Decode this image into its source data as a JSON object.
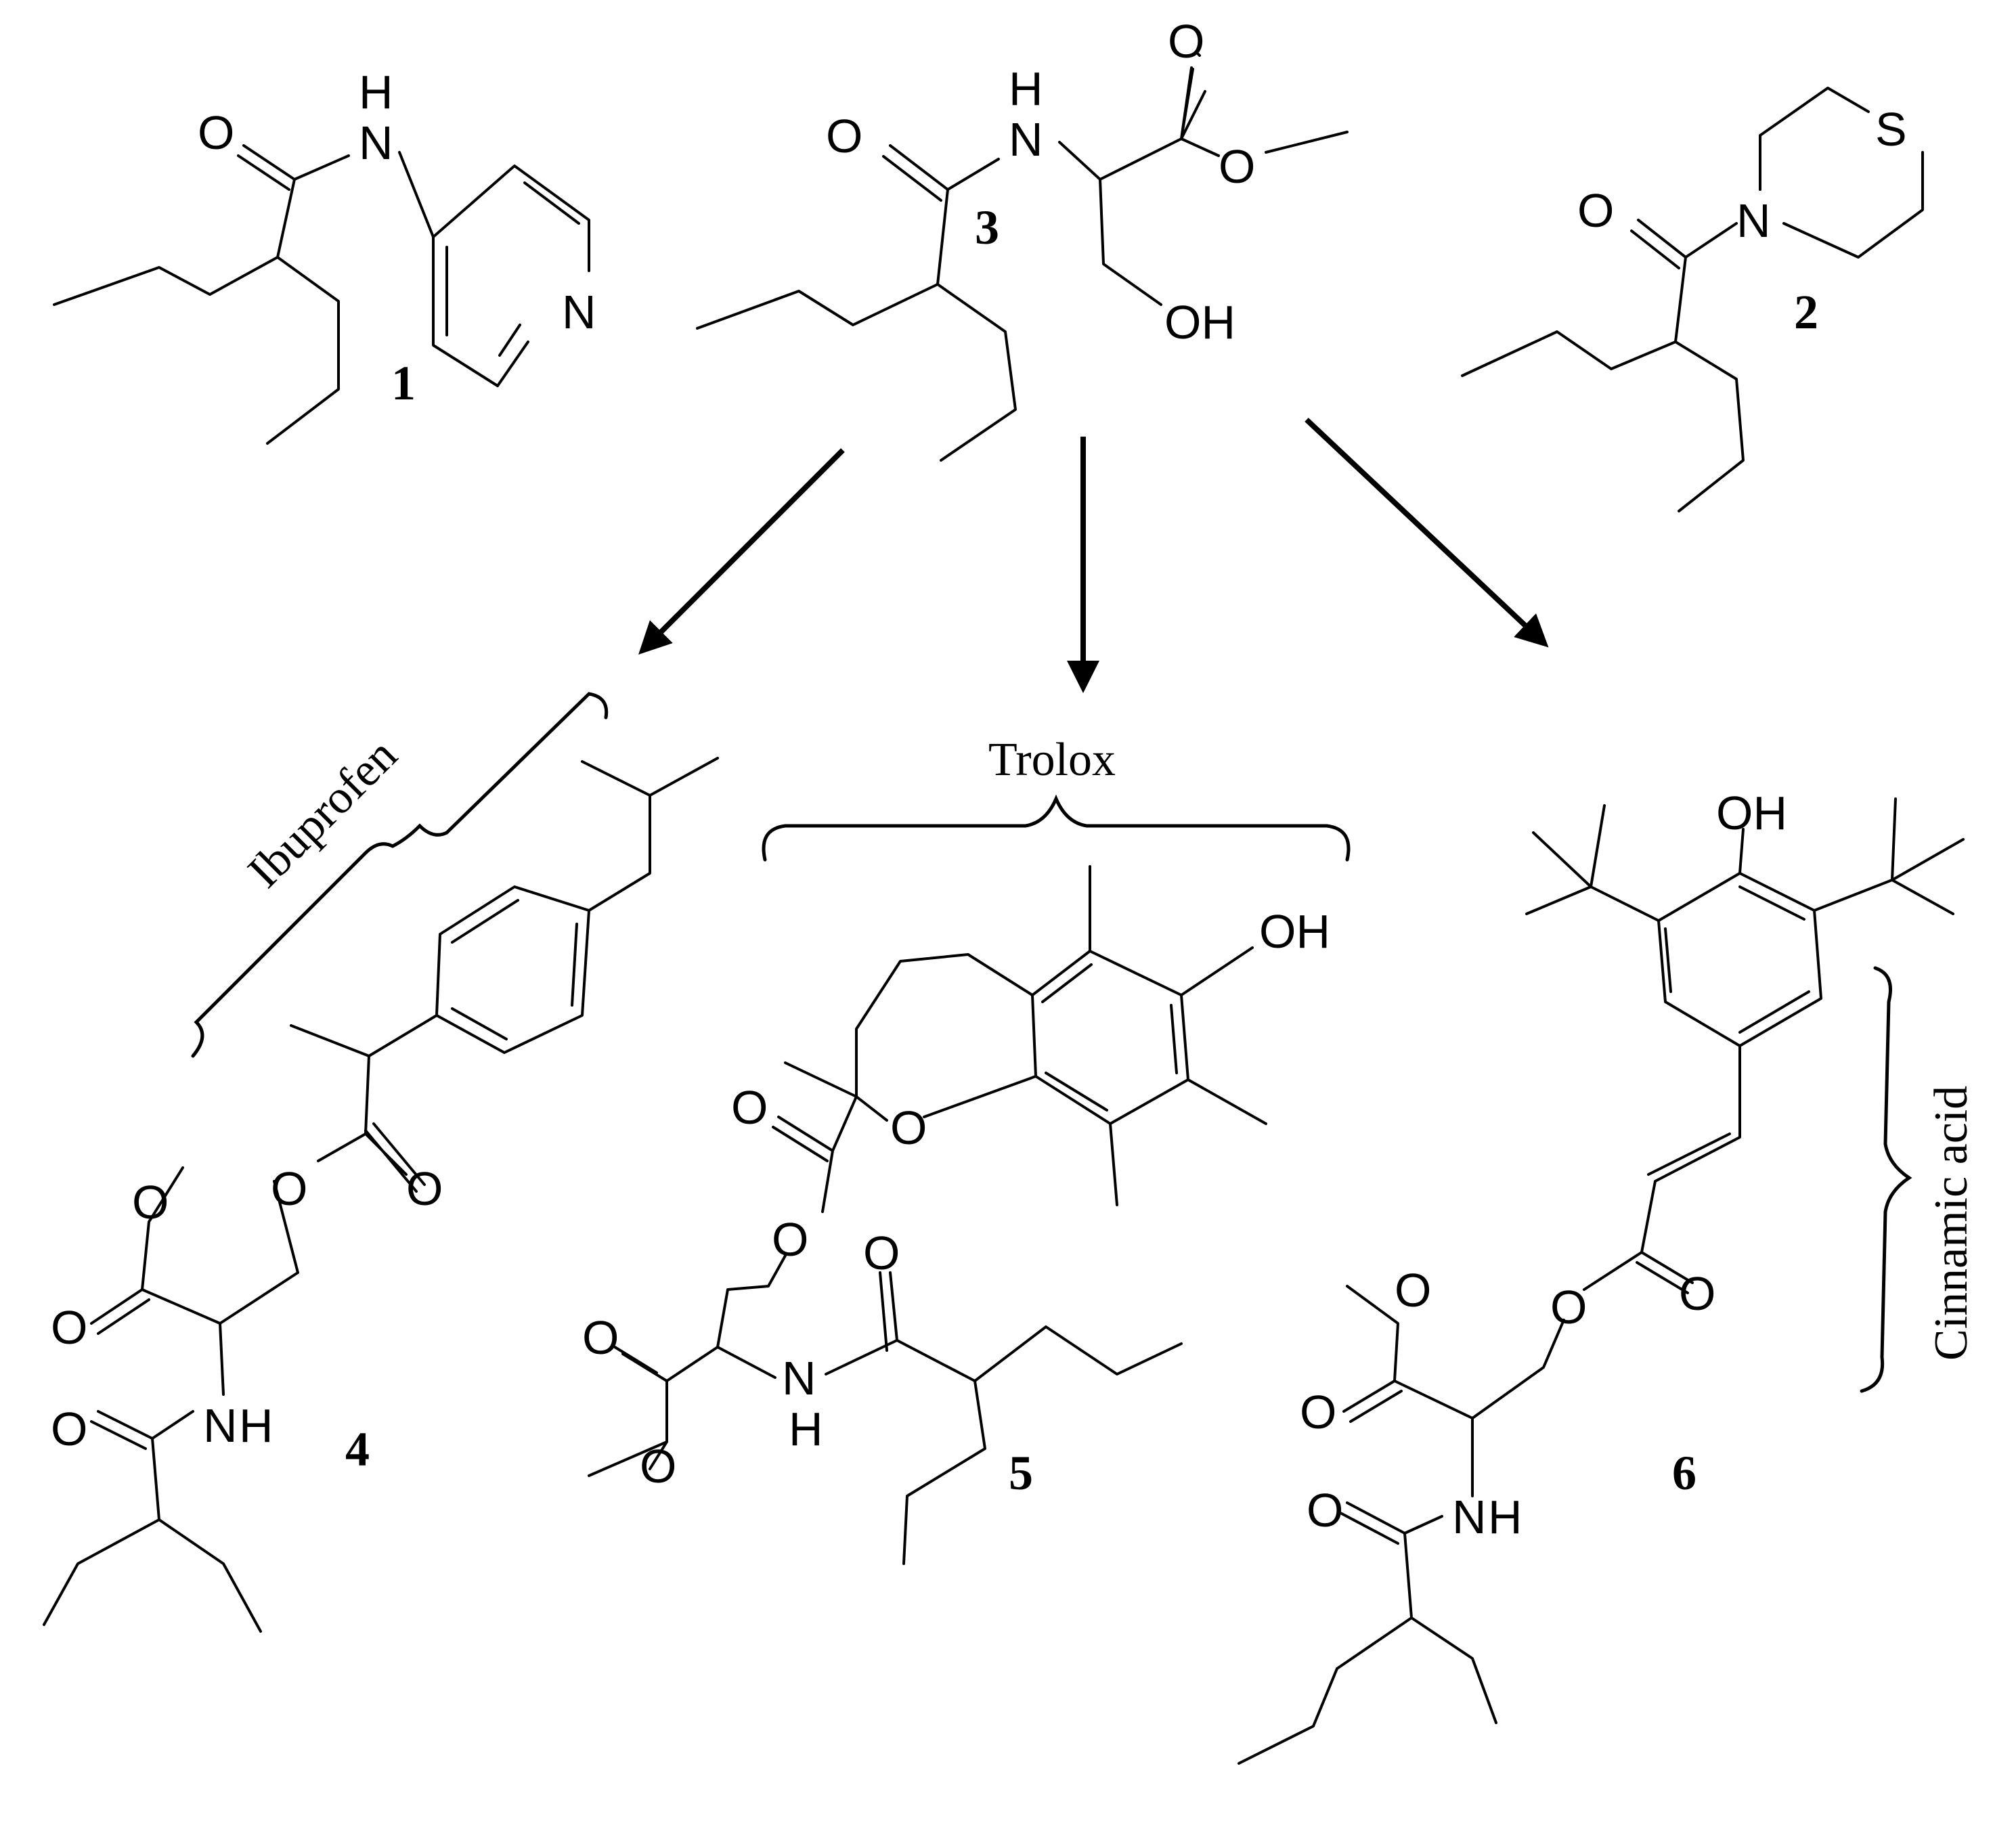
{
  "compounds": {
    "c1": "1",
    "c2": "2",
    "c3": "3",
    "c4": "4",
    "c5": "5",
    "c6": "6"
  },
  "fragments": {
    "ibuprofen": "Ibuprofen",
    "trolox": "Trolox",
    "cinnamic": "Cinnamic acid"
  },
  "atoms": {
    "O": "O",
    "N": "N",
    "H": "H",
    "S": "S",
    "OH": "OH"
  }
}
